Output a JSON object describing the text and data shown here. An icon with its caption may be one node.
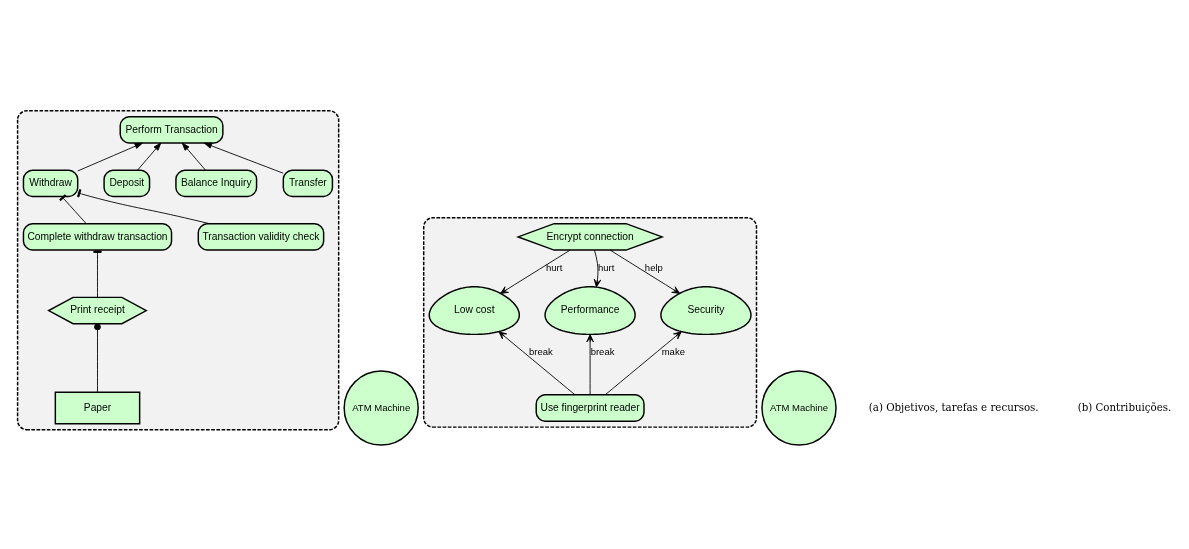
{
  "diagram": {
    "nodes": [
      {
        "text": [],
        "shape": "box"
      },
      {
        "text": [
          "ATM Machine"
        ]
      },
      {
        "text": [
          "Perform Transaction"
        ],
        "in": 0
      },
      {
        "text": [
          "Transfer"
        ],
        "in": 0
      },
      {
        "text": [
          "Balance Inquiry"
        ],
        "in": 0
      },
      {
        "text": [
          "Deposit"
        ],
        "in": 0
      },
      {
        "text": [
          "Withdraw"
        ],
        "in": 0
      },
      {
        "text": [
          "Transaction validity check"
        ],
        "in": 0
      },
      {
        "text": [
          "Complete withdraw transaction"
        ],
        "in": 0
      },
      {
        "text": [
          "Print receipt"
        ],
        "in": 0
      },
      {
        "text": [
          "Paper"
        ],
        "in": 0
      },
      {
        "text": [],
        "shape": "box"
      },
      {
        "text": [
          "ATM Machine"
        ]
      },
      {
        "text": [
          "Encrypt connection"
        ],
        "in": 11
      },
      {
        "text": [
          "Low cost"
        ],
        "in": 11
      },
      {
        "text": [
          "Performance"
        ],
        "in": 11
      },
      {
        "text": [
          "Security"
        ],
        "in": 11
      },
      {
        "text": [
          "Use fingerprint reader"
        ],
        "in": 11
      }
    ],
    "edges": [
      {
        "from": 3,
        "to": 2,
        "arrow": "to"
      },
      {
        "from": 4,
        "to": 2,
        "arrow": "to"
      },
      {
        "from": 5,
        "to": 2,
        "arrow": "to"
      },
      {
        "from": 6,
        "to": 2,
        "arrow": "to"
      },
      {
        "from": 7,
        "to": 6,
        "arrow": "other"
      },
      {
        "from": 8,
        "to": 6,
        "arrow": "other"
      },
      {
        "from": 9,
        "to": 8,
        "arrow": "other"
      },
      {
        "from": 10,
        "to": 9,
        "arrow": "other"
      },
      {
        "from": 13,
        "to": 14,
        "arrow": "to",
        "label": "hurt"
      },
      {
        "from": 13,
        "to": 15,
        "arrow": "to",
        "label": "hurt"
      },
      {
        "from": 13,
        "to": 16,
        "arrow": "to",
        "label": "help"
      },
      {
        "from": 17,
        "to": 14,
        "arrow": "to",
        "label": "break"
      },
      {
        "from": 17,
        "to": 15,
        "arrow": "to",
        "label": "break"
      },
      {
        "from": 17,
        "to": 16,
        "arrow": "to",
        "label": "make"
      }
    ],
    "labels": [
      "(a) Objetivos, tarefas e recursos.",
      "(b) Contribuições."
    ]
  }
}
